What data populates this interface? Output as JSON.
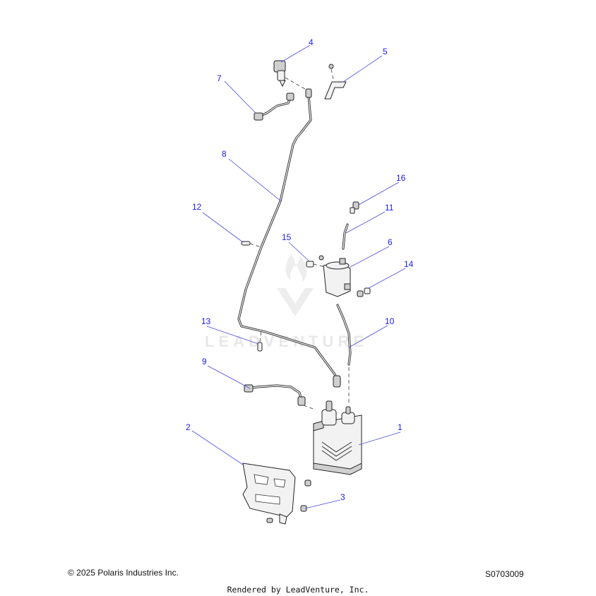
{
  "watermark": {
    "brand_text": "LEADVENTURE"
  },
  "callouts": {
    "c1": "1",
    "c2": "2",
    "c3": "3",
    "c4": "4",
    "c5": "5",
    "c6": "6",
    "c7": "7",
    "c8": "8",
    "c9": "9",
    "c10": "10",
    "c11": "11",
    "c12": "12",
    "c13": "13",
    "c14": "14",
    "c15": "15",
    "c16": "16"
  },
  "footer": {
    "copyright": "© 2025 Polaris Industries Inc.",
    "figure_id": "S0703009",
    "rendered_by": "Rendered by LeadVenture, Inc."
  },
  "colors": {
    "callout": "#1a1aff",
    "leader": "#4a4adf",
    "watermark": "#e6e6e6"
  }
}
